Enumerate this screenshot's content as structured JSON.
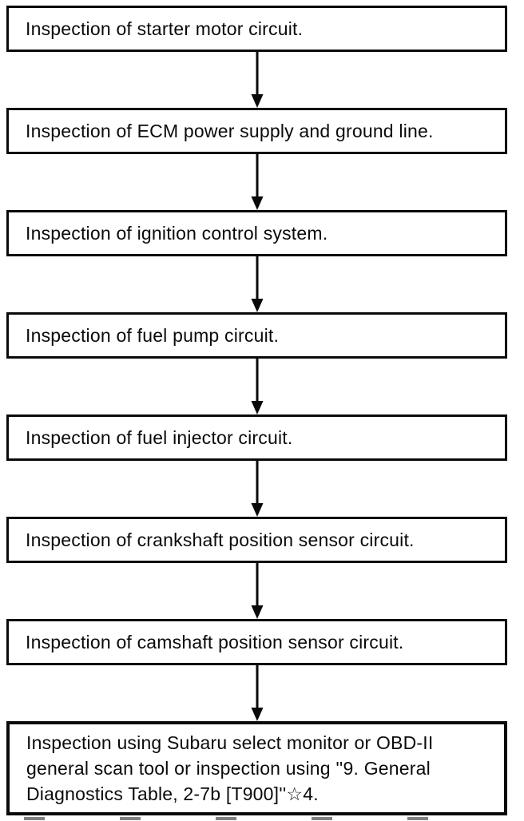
{
  "document": {
    "kind": "service-manual-diagnostic-flowchart",
    "colors": {
      "background": "#ffffff",
      "box_border": "#0a0a0a",
      "text": "#0a0a0a",
      "arrow": "#0a0a0a"
    }
  },
  "flowchart": {
    "connector_glyph": "arrow-down",
    "steps": [
      {
        "text": "Inspection of starter motor circuit."
      },
      {
        "text": "Inspection of ECM power supply and ground line."
      },
      {
        "text": "Inspection of ignition control system."
      },
      {
        "text": "Inspection of fuel pump circuit."
      },
      {
        "text": "Inspection of fuel injector circuit."
      },
      {
        "text": "Inspection of crankshaft position sensor circuit."
      },
      {
        "text": "Inspection of camshaft position sensor circuit."
      },
      {
        "text": "Inspection using Subaru select monitor or OBD-II general scan tool or inspection using ''9. General Diagnostics Table, 2-7b [T900]''☆4.",
        "lines": [
          "Inspection using Subaru select monitor or OBD-II",
          "general scan tool or inspection using ''9. General",
          "Diagnostics Table, 2-7b [T900]''☆4."
        ]
      }
    ]
  }
}
